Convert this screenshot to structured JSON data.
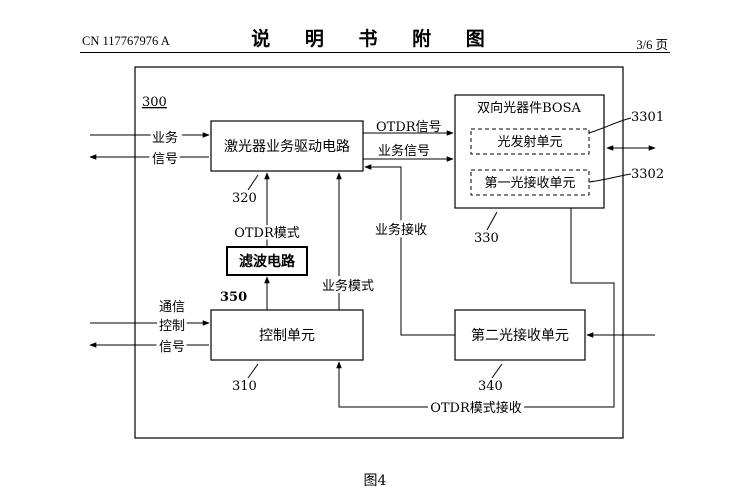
{
  "header": {
    "patent_number": "CN 117767976 A",
    "section_title": "说 明 书 附 图",
    "page": "3/6 页"
  },
  "diagram": {
    "frame_label": "300",
    "nodes": {
      "laser_driver": {
        "label": "激光器业务驱动电路",
        "ref": "320"
      },
      "bosa": {
        "label": "双向光器件BOSA",
        "ref": "330"
      },
      "tx_unit": {
        "label": "光发射单元",
        "ref": "3301"
      },
      "rx1_unit": {
        "label": "第一光接收单元",
        "ref": "3302"
      },
      "filter": {
        "label": "滤波电路",
        "ref": "350"
      },
      "controller": {
        "label": "控制单元",
        "ref": "310"
      },
      "rx2_unit": {
        "label": "第二光接收单元",
        "ref": "340"
      }
    },
    "edge_labels": {
      "service_signal_in_1": "业务",
      "service_signal_in_2": "信号",
      "otdr_signal": "OTDR信号",
      "service_signal": "业务信号",
      "otdr_mode": "OTDR模式",
      "service_receive": "业务接收",
      "service_mode": "业务模式",
      "comm_1": "通信",
      "comm_2": "控制",
      "comm_3": "信号",
      "otdr_mode_receive": "OTDR模式接收"
    }
  },
  "caption": "图4"
}
